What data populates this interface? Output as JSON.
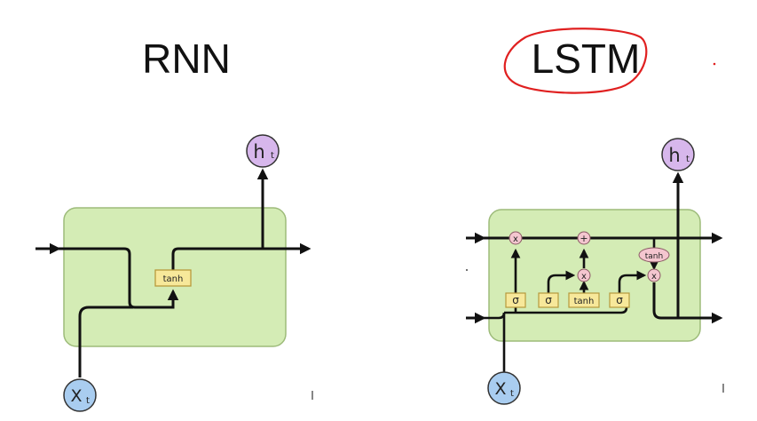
{
  "titles": {
    "rnn": "RNN",
    "lstm": "LSTM"
  },
  "rnn_cell": {
    "input_label": "X",
    "input_sub": "t",
    "output_label": "h",
    "output_sub": "t",
    "activation_label": "tanh"
  },
  "lstm_cell": {
    "input_label": "X",
    "input_sub": "t",
    "output_label": "h",
    "output_sub": "t",
    "gate_labels": [
      "σ",
      "σ",
      "tanh",
      "σ"
    ],
    "multiply_symbol": "x",
    "add_symbol": "+",
    "cell_activation_label": "tanh"
  },
  "colors": {
    "cell_fill": "#d4ecb5",
    "cell_border": "#9dbb7a",
    "layer_fill": "#f7e89a",
    "layer_border": "#b79a3c",
    "op_fill": "#f4c6cf",
    "input_fill": "#a9cdf0",
    "output_fill": "#d7b7ec",
    "annotation": "#e02020"
  }
}
